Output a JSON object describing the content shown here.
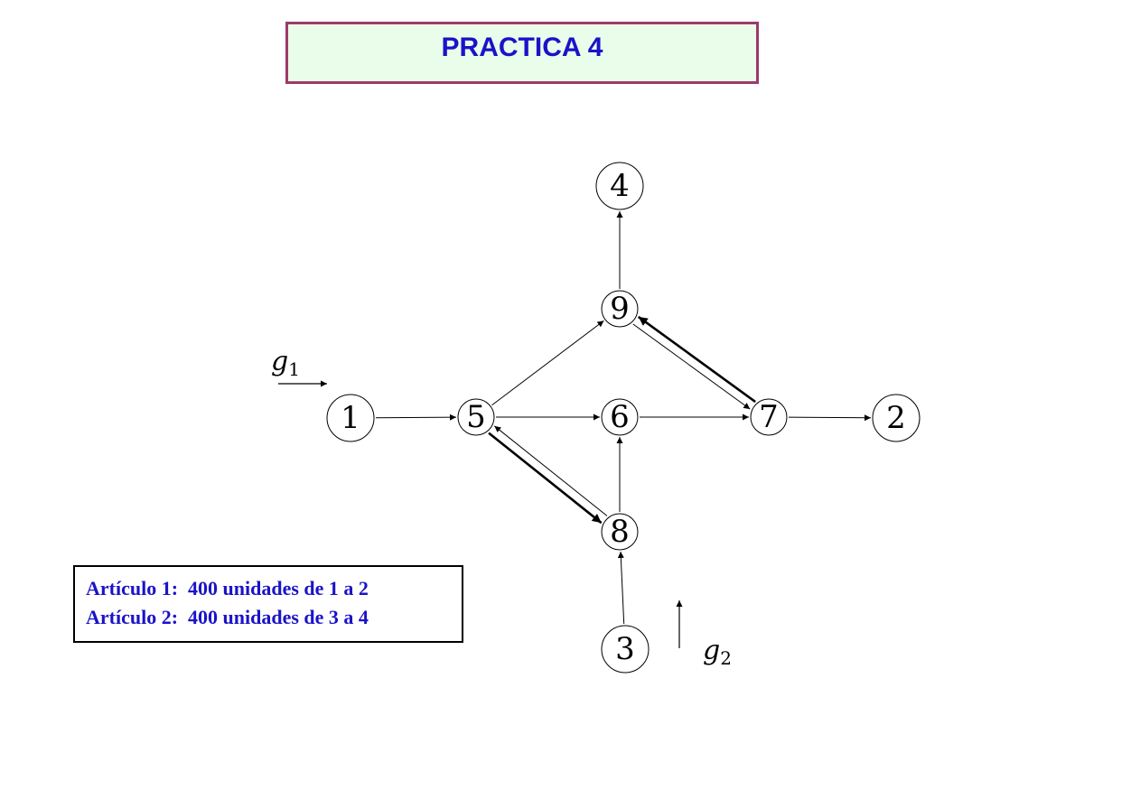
{
  "title": "PRACTICA 4",
  "legend": [
    "Artículo 1:  400 unidades de 1 a 2",
    "Artículo 2:  400 unidades de 3 a 4"
  ],
  "nodes": [
    "1",
    "2",
    "3",
    "4",
    "5",
    "6",
    "7",
    "8",
    "9"
  ],
  "flows": [
    {
      "symbol": "g",
      "subscript": "1"
    },
    {
      "symbol": "g",
      "subscript": "2"
    }
  ],
  "arcs": [
    {
      "from": "1",
      "to": "5"
    },
    {
      "from": "5",
      "to": "6"
    },
    {
      "from": "6",
      "to": "7"
    },
    {
      "from": "7",
      "to": "2"
    },
    {
      "from": "5",
      "to": "9"
    },
    {
      "from": "9",
      "to": "4"
    },
    {
      "from": "9",
      "to": "7"
    },
    {
      "from": "7",
      "to": "9",
      "bold": true
    },
    {
      "from": "5",
      "to": "8",
      "bold": true
    },
    {
      "from": "8",
      "to": "5"
    },
    {
      "from": "8",
      "to": "6"
    },
    {
      "from": "3",
      "to": "8"
    }
  ],
  "colors": {
    "title_text": "#1a13c8",
    "title_background": "#eafcea",
    "title_border": "#9b3a6a",
    "legend_text": "#1a13c8"
  }
}
